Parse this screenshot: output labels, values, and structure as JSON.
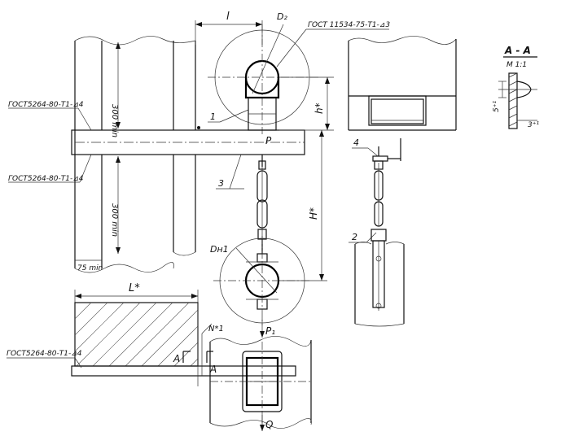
{
  "labels": {
    "dim_l": "l",
    "dim_D2": "D₂",
    "dim_D41": "Dн1",
    "dim_h": "h*",
    "dim_H": "H*",
    "dim_L": "L*",
    "dim_N": "N*1",
    "dim_300_top": "300 min",
    "dim_300_bottom": "300 min",
    "dim_75": "75 min",
    "gost_top": "ГОСТ 11534-75-Т1-⊿3",
    "gost_left1": "ГОСТ5264-80-Т1-⊿4",
    "gost_left2": "ГОСТ5264-80-Т1-⊿4",
    "gost_left3": "ГОСТ5264-80-Т1-⊿4",
    "pos1": "1",
    "pos2": "2",
    "pos3": "3",
    "pos4": "4",
    "load_P": "P",
    "load_P1": "P₁",
    "load_Q": "Q",
    "sec_A_left": "A",
    "sec_A_right": "A",
    "sec_title": "А - А",
    "sec_scale": "М 1:1",
    "sec_dim_5": "5⁺¹",
    "sec_dim_3": "3⁺¹"
  }
}
